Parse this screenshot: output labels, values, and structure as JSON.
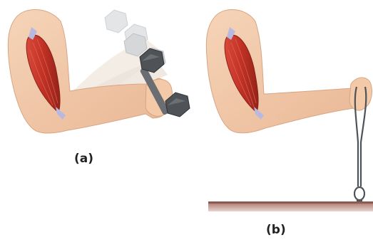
{
  "panels": [
    {
      "id": "a",
      "label": "(a)"
    },
    {
      "id": "b",
      "label": "(b)"
    }
  ],
  "colors": {
    "skin": "#f3c9a8",
    "skin_shadow": "#e2ad88",
    "muscle": "#c8392b",
    "muscle_dark": "#8e1f17",
    "tendon": "#b7b9e0",
    "dumbbell": "#55595d",
    "dumbbell_ghost": "#cfd1d3",
    "floor": "#a06a5f",
    "cord": "#4d5358"
  }
}
